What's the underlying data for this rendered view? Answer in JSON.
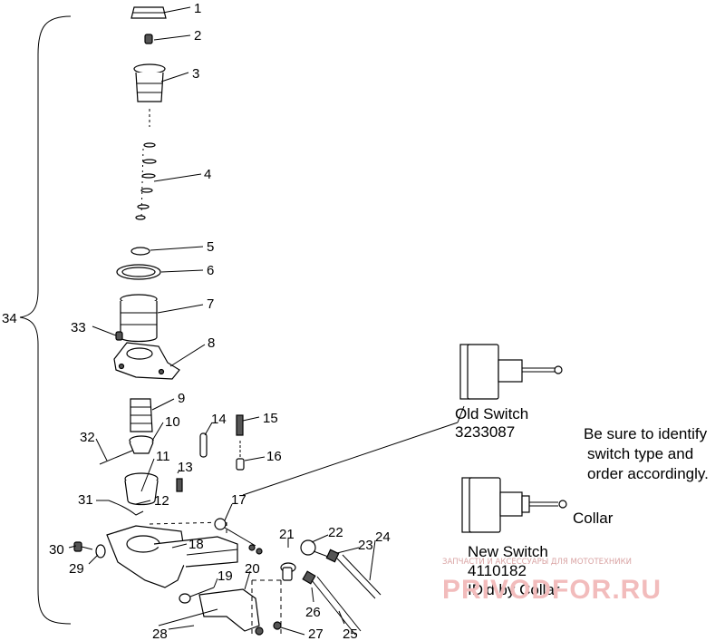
{
  "callouts": [
    "1",
    "2",
    "3",
    "4",
    "5",
    "6",
    "7",
    "8",
    "9",
    "10",
    "11",
    "12",
    "13",
    "14",
    "15",
    "16",
    "17",
    "18",
    "19",
    "20",
    "21",
    "22",
    "23",
    "24",
    "25",
    "26",
    "27",
    "28",
    "29",
    "30",
    "31",
    "32",
    "33",
    "34"
  ],
  "old_switch": {
    "line1": "Old Switch",
    "line2": "3233087"
  },
  "new_switch": {
    "line1": "New Switch",
    "line2": "4110182",
    "line3": "ID'd by Collar"
  },
  "collar_label": "Collar",
  "notice": {
    "line1": "Be sure to identify",
    "line2": "switch type and",
    "line3": "order accordingly."
  },
  "watermark": {
    "tagline": "ЗАПЧАСТИ И АКСЕССУАРЫ ДЛЯ МОТОТЕХНИКИ",
    "site": "PRIVODFOR.RU"
  }
}
